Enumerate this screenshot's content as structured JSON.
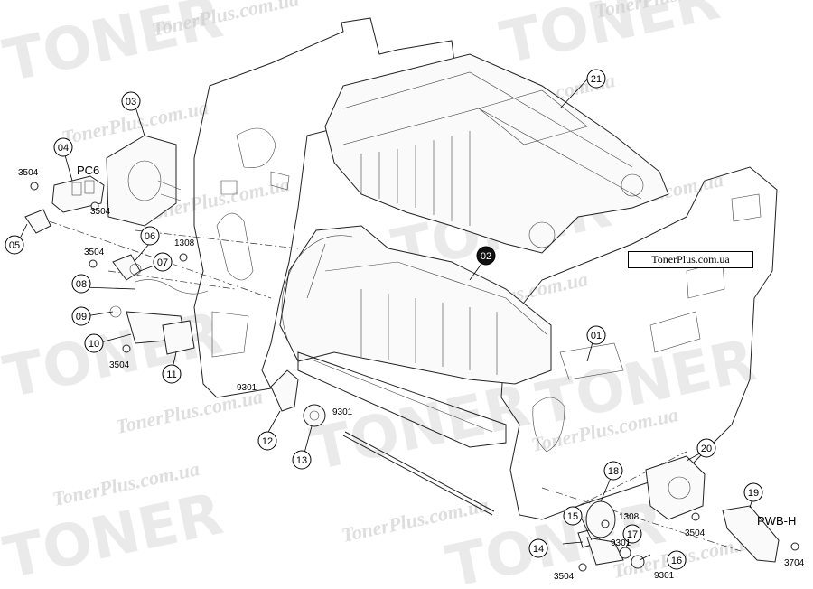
{
  "watermark": {
    "brand": "TONER",
    "site": "TonerPlus.com.ua"
  },
  "site_label": "TonerPlus.com.ua",
  "callouts": [
    {
      "id": "01",
      "dark": false
    },
    {
      "id": "02",
      "dark": true
    },
    {
      "id": "03",
      "dark": false
    },
    {
      "id": "04",
      "dark": false
    },
    {
      "id": "05",
      "dark": false
    },
    {
      "id": "06",
      "dark": false
    },
    {
      "id": "07",
      "dark": false
    },
    {
      "id": "08",
      "dark": false
    },
    {
      "id": "09",
      "dark": false
    },
    {
      "id": "10",
      "dark": false
    },
    {
      "id": "11",
      "dark": false
    },
    {
      "id": "12",
      "dark": false
    },
    {
      "id": "13",
      "dark": false
    },
    {
      "id": "14",
      "dark": false
    },
    {
      "id": "15",
      "dark": false
    },
    {
      "id": "16",
      "dark": false
    },
    {
      "id": "17",
      "dark": false
    },
    {
      "id": "18",
      "dark": false
    },
    {
      "id": "19",
      "dark": false
    },
    {
      "id": "20",
      "dark": false
    },
    {
      "id": "21",
      "dark": false
    }
  ],
  "part_numbers": [
    "3504",
    "3504",
    "3504",
    "3504",
    "3504",
    "3504",
    "1308",
    "1308",
    "9301",
    "9301",
    "9301",
    "9301",
    "3704"
  ],
  "labels": [
    "PC6",
    "PWB-H"
  ]
}
